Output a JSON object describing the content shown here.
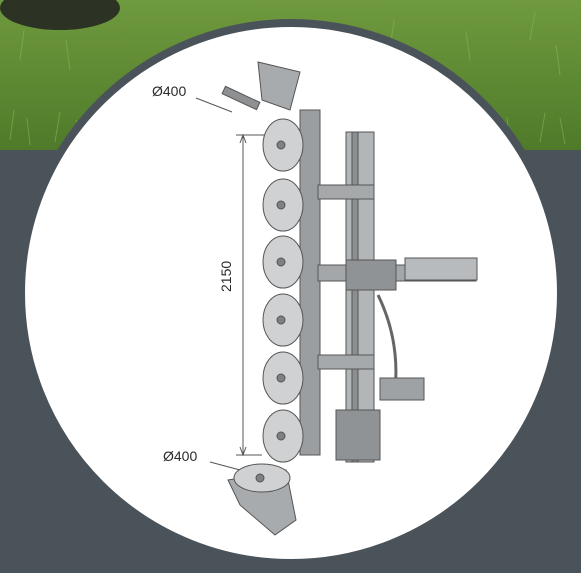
{
  "diagram": {
    "dimension_top": "Ø400",
    "dimension_bottom": "Ø400",
    "dimension_length": "2150"
  },
  "colors": {
    "background": "#4a535a",
    "circle": "#ffffff",
    "grass": "#5f8a35",
    "metal": "#9fa2a4"
  }
}
